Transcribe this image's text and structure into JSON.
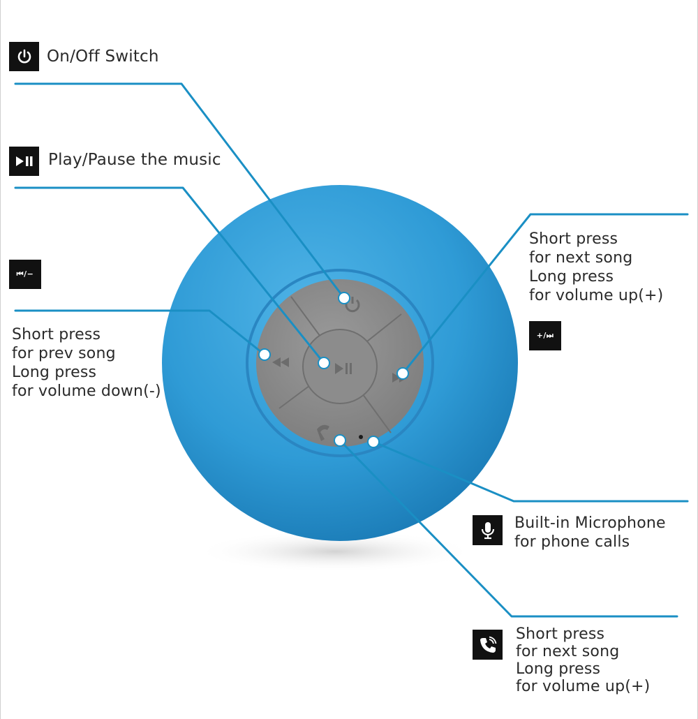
{
  "labels": {
    "power": "On/Off Switch",
    "play_pause": "Play/Pause the music",
    "prev_badge": "⏮/−",
    "prev_lines": [
      "Short press",
      "for prev song",
      "Long press",
      "for volume down(-)"
    ],
    "next_lines": [
      "Short press",
      "for next song",
      "Long press",
      "for volume up(+)"
    ],
    "next_badge": "+/⏭",
    "mic_lines": [
      "Built-in Microphone",
      "for phone calls"
    ],
    "phone_lines": [
      "Short press",
      "for next song",
      "Long press",
      "for volume up(+)"
    ]
  },
  "icons": {
    "power": "power-icon",
    "play_pause": "play-pause-icon",
    "microphone": "microphone-icon",
    "phone": "phone-icon"
  },
  "colors": {
    "speaker": "#2f9bd6",
    "speaker_dark": "#1f7fb8",
    "button_panel": "#8a8a8a",
    "leader_line": "#1a8fc4",
    "badge": "#111111"
  }
}
